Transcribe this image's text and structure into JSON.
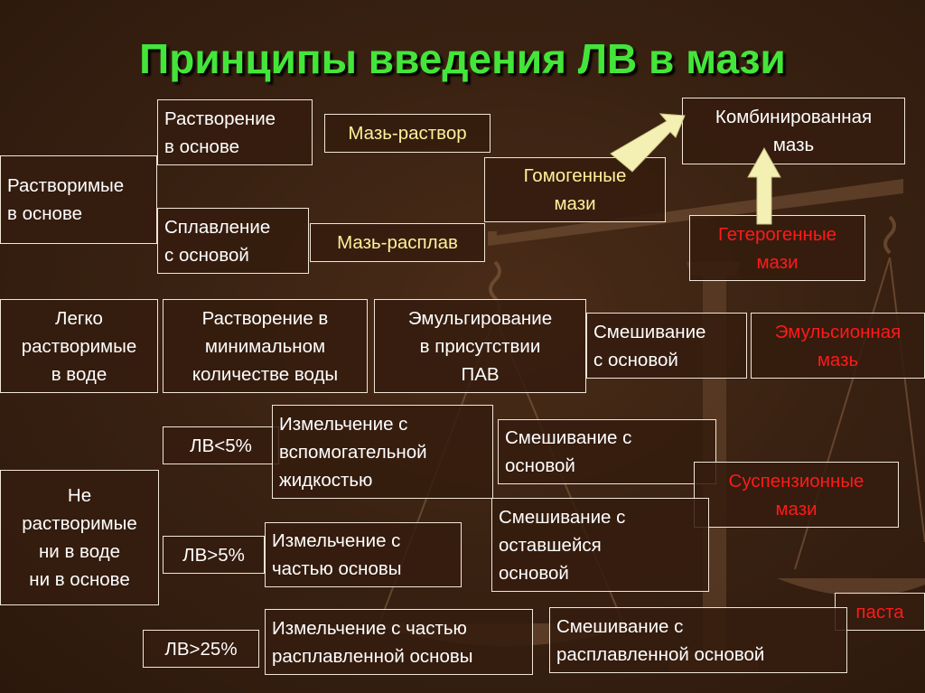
{
  "title": "Принципы введения ЛВ в мази",
  "boxes": {
    "soluble_base": "Растворимые\nв основе",
    "dissolve_base": "Растворение\nв основе",
    "ointment_solution": "Мазь-раствор",
    "fusion_base": "Сплавление\nс основой",
    "ointment_melt": "Мазь-расплав",
    "homogeneous": "Гомогенные\nмази",
    "combined": "Комбинированная\nмазь",
    "heterogeneous": "Гетерогенные\nмази",
    "water_soluble": "Легко\nрастворимые\nв воде",
    "dissolve_min_water": "Растворение в\nминимальном\nколичестве воды",
    "emulsify_surfactant": "Эмульгирование\nв присутствии\nПАВ",
    "mix_base_1": "Смешивание\nс основой",
    "emulsion_ointment": "Эмульсионная\nмазь",
    "lv_lt5": "ЛВ<5%",
    "grind_aux_liquid": "Измельчение с\nвспомогательной\nжидкостью",
    "mix_base_2": "Смешивание с\nосновой",
    "suspension_ointments": "Суспензионные\nмази",
    "insoluble": "Не\nрастворимые\nни в воде\nни в основе",
    "lv_gt5": "ЛВ>5%",
    "grind_part_base": "Измельчение с\nчастью основы",
    "mix_remaining_base": "Смешивание с\nоставшейся\nосновой",
    "paste": "паста",
    "lv_gt25": "ЛВ>25%",
    "grind_part_melted": "Измельчение с частью\nрасплавленной основы",
    "mix_melted_base": "Смешивание с\nрасплавленной основой"
  },
  "colors": {
    "title": "#44e53a",
    "text_white": "#ffffff",
    "text_yellow": "#fff19a",
    "text_red": "#ff1a1a",
    "arrow_fill": "#f4f0b4"
  }
}
